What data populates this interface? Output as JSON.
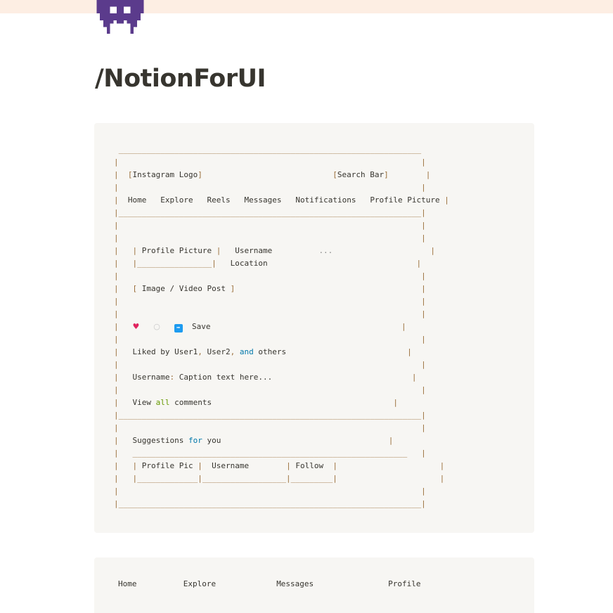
{
  "page": {
    "title": "/NotionForUI",
    "icon": "pixel-invader-icon",
    "cover_color": "#fdeee3",
    "icon_color": "#5b3b8c"
  },
  "wireframe": {
    "header": {
      "logo": "Instagram Logo",
      "search": "Search Bar",
      "nav": [
        "Home",
        "Explore",
        "Reels",
        "Messages",
        "Notifications",
        "Profile Picture"
      ]
    },
    "post": {
      "profile_picture": "Profile Picture",
      "username": "Username",
      "more": "...",
      "location": "Location",
      "media": "Image / Video Post",
      "save": "Save",
      "liked_by_prefix": "Liked by User1",
      "liked_by_user2": "User2",
      "liked_by_and": "and",
      "liked_by_others": "others",
      "caption_user": "Username",
      "caption_text": "Caption text here...",
      "view": "View",
      "all": "all",
      "comments": "comments"
    },
    "suggestions": {
      "label_a": "Suggestions",
      "label_for": "for",
      "label_you": "you",
      "col_pic": "Profile Pic",
      "col_user": "Username",
      "col_follow": "Follow"
    }
  },
  "bottom_nav": {
    "items": [
      "Home",
      "Explore",
      "Messages",
      "Profile"
    ]
  }
}
